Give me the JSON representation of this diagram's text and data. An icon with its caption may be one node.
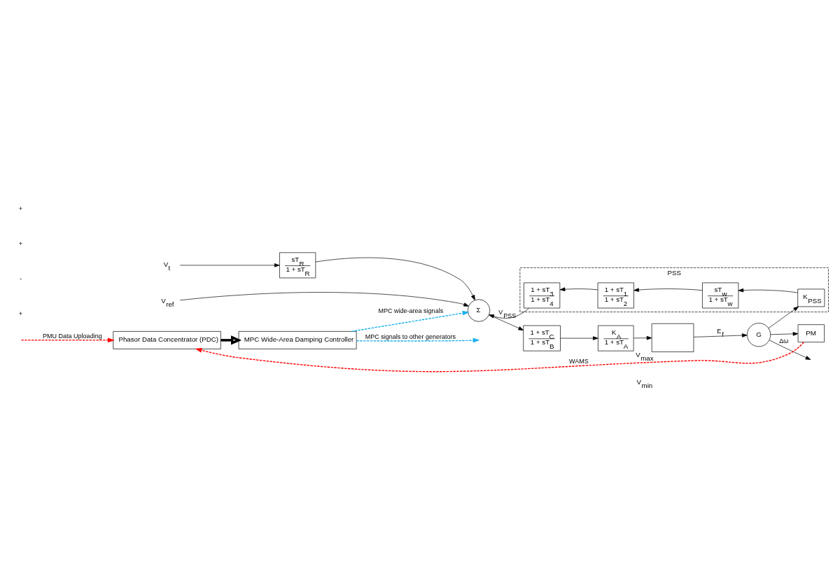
{
  "diagram": {
    "nodes": [
      {
        "text": [
          "Phasor Data Concentrator (PDC)"
        ]
      },
      {
        "text": [
          "MPC Wide-Area Damping Controller"
        ]
      },
      {
        "text": [
          "V$_{t}$"
        ]
      },
      {
        "text": [
          "sT$_{R}$",
          "1 + sT$_{R}$"
        ]
      },
      {
        "text": [
          "Σ"
        ]
      },
      {
        "text": [
          "1 + sT$_{C}$",
          "1 + sT$_{B}$"
        ]
      },
      {
        "text": [
          "K$_{A}$",
          "1 + sT$_{A}$"
        ]
      },
      {
        "text": [],
        "shape": "box",
        "beside": [
          "V$_{max}$",
          "V$_{min}$"
        ]
      },
      {
        "text": [
          "G"
        ]
      },
      {
        "text": [
          "PM"
        ]
      },
      {
        "text": [
          "PSS"
        ]
      },
      {
        "text": [
          "1 + sT$_{3}$",
          "1 + sT$_{4}$"
        ],
        "in": 10
      },
      {
        "text": [
          "1 + sT$_{1}$",
          "1 + sT$_{2}$"
        ],
        "in": 10
      },
      {
        "text": [
          "sT$_{w}$",
          "1 + sT$_{w}$"
        ],
        "in": 10
      },
      {
        "text": [
          "K$_{PSS}$"
        ],
        "in": 10
      },
      {
        "text": [
          "V$_{ref}$"
        ]
      }
    ],
    "edges": [
      {
        "from": null,
        "to": 0,
        "arrow": "to",
        "style": "dashed",
        "color": "#ff0000",
        "label": "PMU Data Uploading"
      },
      {
        "from": 9,
        "to": 0,
        "arrow": "to",
        "style": "dashed",
        "color": "#ff0000",
        "label": "WAMS"
      },
      {
        "from": 0,
        "to": 1,
        "arrow": "to",
        "style": "thick"
      },
      {
        "from": 1,
        "to": null,
        "arrow": "to",
        "style": "dashed",
        "color": "#1ab0ec",
        "label": "MPC signals to other generators"
      },
      {
        "from": 1,
        "to": 4,
        "arrow": "to",
        "style": "dashed",
        "color": "#1ab0ec",
        "label": "MPC wide-area signals"
      },
      {
        "from": 2,
        "to": 3,
        "arrow": "to"
      },
      {
        "from": 3,
        "to": 4,
        "arrow": "to"
      },
      {
        "from": 4,
        "to": 5,
        "arrow": "to"
      },
      {
        "from": 5,
        "to": 6,
        "arrow": "to"
      },
      {
        "from": 6,
        "to": 7,
        "arrow": "to"
      },
      {
        "from": 7,
        "to": 8,
        "arrow": "to",
        "label": "E$_{f}$"
      },
      {
        "from": 8,
        "to": null,
        "arrow": "to",
        "label": "Δω"
      },
      {
        "from": 8,
        "to": 9,
        "arrow": "to"
      },
      {
        "from": 15,
        "to": 4,
        "arrow": "to"
      },
      {
        "from": 8,
        "to": 14,
        "arrow": "to"
      },
      {
        "from": 14,
        "to": 13,
        "arrow": "to"
      },
      {
        "from": 13,
        "to": 12,
        "arrow": "to"
      },
      {
        "from": 12,
        "to": 11,
        "arrow": "to"
      },
      {
        "from": 11,
        "to": 4,
        "arrow": "to",
        "label": "V$_{PSS}$"
      }
    ],
    "labels": [
      "+",
      "-",
      "+",
      "+"
    ]
  }
}
